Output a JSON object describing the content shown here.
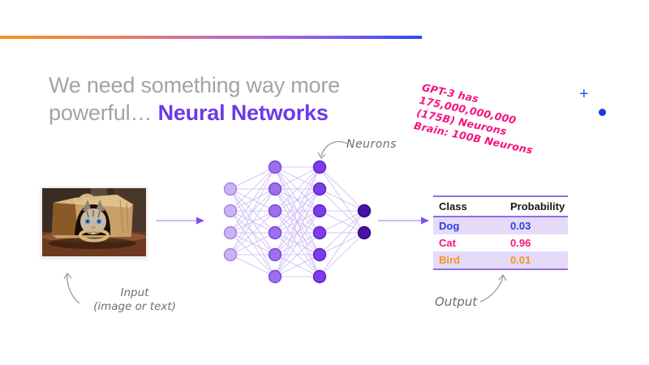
{
  "title": {
    "line1": "We need something way more",
    "line2_prefix": "powerful… ",
    "line2_highlight": "Neural Networks",
    "highlight_color": "#6d3be8"
  },
  "note": {
    "lines": [
      "GPT-3 has 175,000,000,000",
      "(175B) Neurons",
      "Brain: 100B Neurons"
    ],
    "color": "#f4147e"
  },
  "decorations": {
    "plus_glyph": "+",
    "dot_color": "#1b3ad6",
    "bar_gradient": [
      "#f7941d",
      "#ee7f5e",
      "#b06ad8",
      "#2b4bf2"
    ]
  },
  "network": {
    "label": "Neurons",
    "layers": [
      4,
      6,
      6,
      2
    ],
    "node_fills": [
      "#cbb3f3",
      "#9d6ff0",
      "#7c3ded",
      "#4612a8"
    ],
    "node_strokes": [
      "#a283e2",
      "#7a44dd",
      "#5c1fc8",
      "#33077e"
    ],
    "link_color": "#c9b9f4",
    "arrow_line_color": "#b9a3f2",
    "arrow_head_color": "#7d4ff0"
  },
  "labels": {
    "input_line1": "Input",
    "input_line2": "(image or text)",
    "output": "Output"
  },
  "table": {
    "headers": [
      "Class",
      "Probability"
    ],
    "rows": [
      {
        "class": "Dog",
        "probability": "0.03",
        "color": "#2b3fe0"
      },
      {
        "class": "Cat",
        "probability": "0.96",
        "color": "#f4147e"
      },
      {
        "class": "Bird",
        "probability": "0.01",
        "color": "#f59322"
      }
    ],
    "border_color": "#8f6ce6",
    "row_bg": "#e5dbf8"
  }
}
